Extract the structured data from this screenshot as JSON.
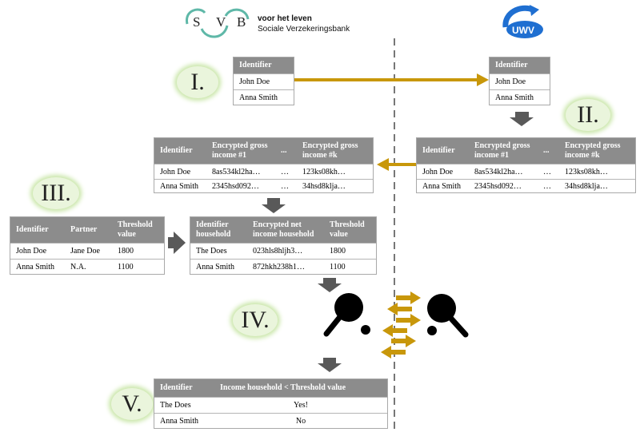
{
  "logos": {
    "svb": {
      "letters": [
        "S",
        "V",
        "B"
      ],
      "line1": "voor het leven",
      "line2": "Sociale Verzekeringsbank"
    },
    "uwv": {
      "text": "UWV",
      "color": "#1f6fd1"
    }
  },
  "steps": {
    "s1": "I.",
    "s2": "II.",
    "s3": "III.",
    "s4": "IV.",
    "s5": "V."
  },
  "colors": {
    "arrow_gold": "#c8970a",
    "block_arrow": "#595959",
    "header_gray": "#8c8c8c",
    "circle_glow": "#c9e6a8"
  },
  "table_svb_ids": {
    "header": "Identifier",
    "rows": [
      "John Doe",
      "Anna Smith"
    ]
  },
  "table_uwv_ids": {
    "header": "Identifier",
    "rows": [
      "John Doe",
      "Anna Smith"
    ]
  },
  "table_uwv_income": {
    "headers": [
      "Identifier",
      "Encrypted gross income #1",
      "...",
      "Encrypted gross income #k"
    ],
    "rows": [
      [
        "John Doe",
        "8as534kl2ha…",
        "…",
        "123ks08kh…"
      ],
      [
        "Anna Smith",
        "2345hsd092…",
        "…",
        "34hsd8klja…"
      ]
    ]
  },
  "table_svb_income": {
    "headers": [
      "Identifier",
      "Encrypted gross income #1",
      "...",
      "Encrypted gross income #k"
    ],
    "rows": [
      [
        "John Doe",
        "8as534kl2ha…",
        "…",
        "123ks08kh…"
      ],
      [
        "Anna Smith",
        "2345hsd092…",
        "…",
        "34hsd8klja…"
      ]
    ]
  },
  "table_partner": {
    "headers": [
      "Identifier",
      "Partner",
      "Threshold value"
    ],
    "rows": [
      [
        "John Doe",
        "Jane Doe",
        "1800"
      ],
      [
        "Anna Smith",
        "N.A.",
        "1100"
      ]
    ]
  },
  "table_household": {
    "headers": [
      "Identifier household",
      "Encrypted net income household",
      "Threshold value"
    ],
    "rows": [
      [
        "The Does",
        "023hls8hljh3…",
        "1800"
      ],
      [
        "Anna Smith",
        "872hkh238h1…",
        "1100"
      ]
    ]
  },
  "table_result": {
    "headers": [
      "Identifier",
      "Income household < Threshold value"
    ],
    "rows": [
      [
        "The Does",
        "Yes!"
      ],
      [
        "Anna Smith",
        "No"
      ]
    ]
  }
}
